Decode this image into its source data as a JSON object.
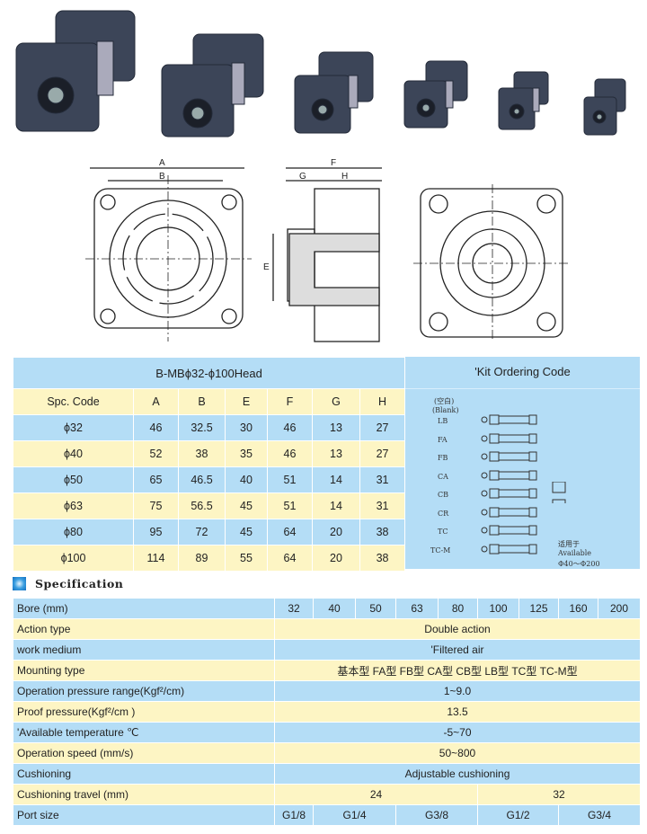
{
  "dims": {
    "title": "B-MBϕ32-ϕ100Head",
    "headers": [
      "Spc. Code",
      "A",
      "B",
      "E",
      "F",
      "G",
      "H"
    ],
    "rows": [
      [
        "ϕ32",
        "46",
        "32.5",
        "30",
        "46",
        "13",
        "27"
      ],
      [
        "ϕ40",
        "52",
        "38",
        "35",
        "46",
        "13",
        "27"
      ],
      [
        "ϕ50",
        "65",
        "46.5",
        "40",
        "51",
        "14",
        "31"
      ],
      [
        "ϕ63",
        "75",
        "56.5",
        "45",
        "51",
        "14",
        "31"
      ],
      [
        "ϕ80",
        "95",
        "72",
        "45",
        "64",
        "20",
        "38"
      ],
      [
        "ϕ100",
        "114",
        "89",
        "55",
        "64",
        "20",
        "38"
      ]
    ]
  },
  "drawing_labels": {
    "a": "A",
    "b": "B",
    "f": "F",
    "g": "G",
    "h": "H",
    "e": "E"
  },
  "kit": {
    "title": "'Kit  Ordering  Code",
    "blank_cn": "(空白)",
    "blank_en": "(Blank)",
    "codes": [
      "LB",
      "FA",
      "FB",
      "CA",
      "CB",
      "CR",
      "TC",
      "TC-M"
    ],
    "note_cn": "适用于",
    "note_en": "Available",
    "note_range": "Φ40～Φ200"
  },
  "spec": {
    "title": "Specification",
    "bore_label": "Bore  (mm)",
    "bores": [
      "32",
      "40",
      "50",
      "63",
      "80",
      "100",
      "125",
      "160",
      "200"
    ],
    "rows": [
      {
        "label": "Action type",
        "value": "Double action"
      },
      {
        "label": "work medium",
        "value": "'Filtered air"
      },
      {
        "label": "Mounting type",
        "value": "基本型   FA型  FB型  CA型  CB型  LB型   TC型  TC-M型"
      },
      {
        "label": "Operation pressure range(Kgf²/cm)",
        "value": "1~9.0"
      },
      {
        "label": "Proof pressure(Kgf²/cm  )",
        "value": "13.5"
      },
      {
        "label": "'Available temperature  ℃",
        "value": "-5~70"
      },
      {
        "label": "Operation speed  (mm/s)",
        "value": "50~800"
      },
      {
        "label": "Cushioning",
        "value": "Adjustable cushioning"
      }
    ],
    "travel_label": "Cushioning travel  (mm)",
    "travel": [
      "24",
      "32"
    ],
    "port_label": "Port size",
    "ports": [
      "G1/8",
      "G1/4",
      "G3/8",
      "G1/2",
      "G3/4"
    ]
  }
}
